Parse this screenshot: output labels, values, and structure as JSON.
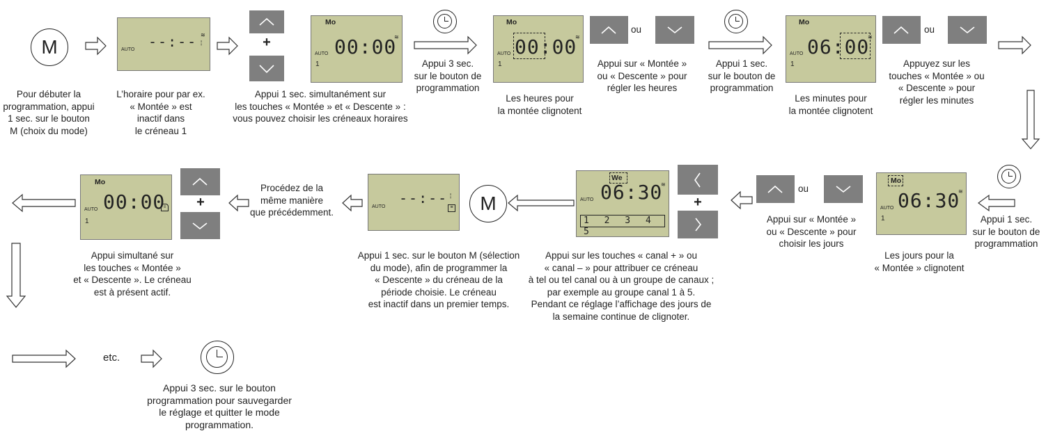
{
  "m_button_label": "M",
  "lcd": {
    "mo": "Mo",
    "we": "We",
    "auto": "AUTO",
    "time_00": "00:00",
    "time_0600": "06:00",
    "time_0630": "06:30",
    "dashes": "--:--",
    "slot_one": "1",
    "channels": "1 2 3 4 5"
  },
  "ou": "ou",
  "plus": "+",
  "etc": "etc.",
  "captions": {
    "c1": "Pour débuter la\nprogrammation, appui\n1 sec. sur le bouton\nM (choix du mode)",
    "c2": "L’horaire pour par ex.\n« Montée » est\ninactif dans\nle créneau 1",
    "c3": "Appui 1 sec. simultanément sur\nles touches « Montée » et « Descente » :\nvous pouvez choisir les créneaux horaires",
    "c4": "Appui 3 sec.\nsur le bouton de\nprogrammation",
    "c5": "Les heures pour\nla montée clignotent",
    "c6": "Appui sur « Montée »\nou « Descente » pour\nrégler les heures",
    "c7": "Appui 1 sec.\nsur le bouton de\nprogrammation",
    "c8": "Les minutes pour\nla montée clignotent",
    "c9": "Appuyez sur les\ntouches « Montée » ou\n« Descente » pour\nrégler les minutes",
    "c10": "Appui 1 sec.\nsur le bouton de\nprogrammation",
    "c11": "Les jours pour la\n« Montée » clignotent",
    "c12": "Appui sur « Montée »\nou « Descente » pour\nchoisir les jours",
    "c13": "Appui sur les touches « canal + » ou\n« canal – » pour attribuer ce créneau\nà tel ou tel canal ou à un groupe de canaux ;\npar exemple au groupe canal 1 à 5.\nPendant ce réglage l’affichage des jours de\nla semaine continue de clignoter.",
    "c14": "Appui 1 sec. sur le bouton M (sélection\ndu mode), afin de programmer la\n« Descente » du créneau de la\npériode choisie. Le créneau\nest inactif dans un premier temps.",
    "c15": "Procédez de la\nmême manière\nque précédemment.",
    "c16": "Appui simultané sur\nles touches « Montée »\net « Descente ». Le créneau\nest à présent actif.",
    "c17": "Appui 3 sec. sur le bouton\nprogrammation pour sauvegarder\nle réglage et quitter le mode programmation."
  }
}
